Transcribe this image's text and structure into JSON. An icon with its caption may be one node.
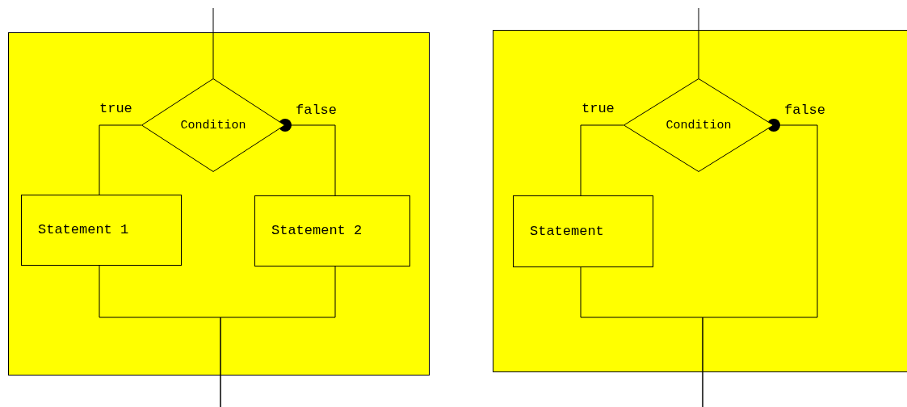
{
  "diagram": {
    "nodes": [
      {
        "text": [],
        "shape": "box"
      },
      {
        "text": [
          "Condition"
        ],
        "in": 0
      },
      {
        "text": [
          "Statement 1"
        ],
        "in": 0
      },
      {
        "text": [
          "Statement 2"
        ],
        "in": 0
      },
      {
        "text": [],
        "shape": "box"
      },
      {
        "text": [
          "Condition"
        ],
        "in": 4
      },
      {
        "text": [
          "Statement"
        ],
        "in": 4
      }
    ],
    "edges": [
      {
        "from": null,
        "to": 1,
        "arrow": "none"
      },
      {
        "from": 1,
        "to": 2,
        "arrow": "none",
        "label": "true"
      },
      {
        "from": 1,
        "to": 3,
        "arrow": "other",
        "label": "false"
      },
      {
        "from": 2,
        "to": null,
        "arrow": "none"
      },
      {
        "from": 3,
        "to": null,
        "arrow": "none"
      },
      {
        "from": null,
        "to": 5,
        "arrow": "none"
      },
      {
        "from": 5,
        "to": 6,
        "arrow": "none",
        "label": "true"
      },
      {
        "from": 5,
        "to": null,
        "arrow": "other",
        "label": "false"
      },
      {
        "from": 6,
        "to": null,
        "arrow": "none"
      }
    ]
  }
}
